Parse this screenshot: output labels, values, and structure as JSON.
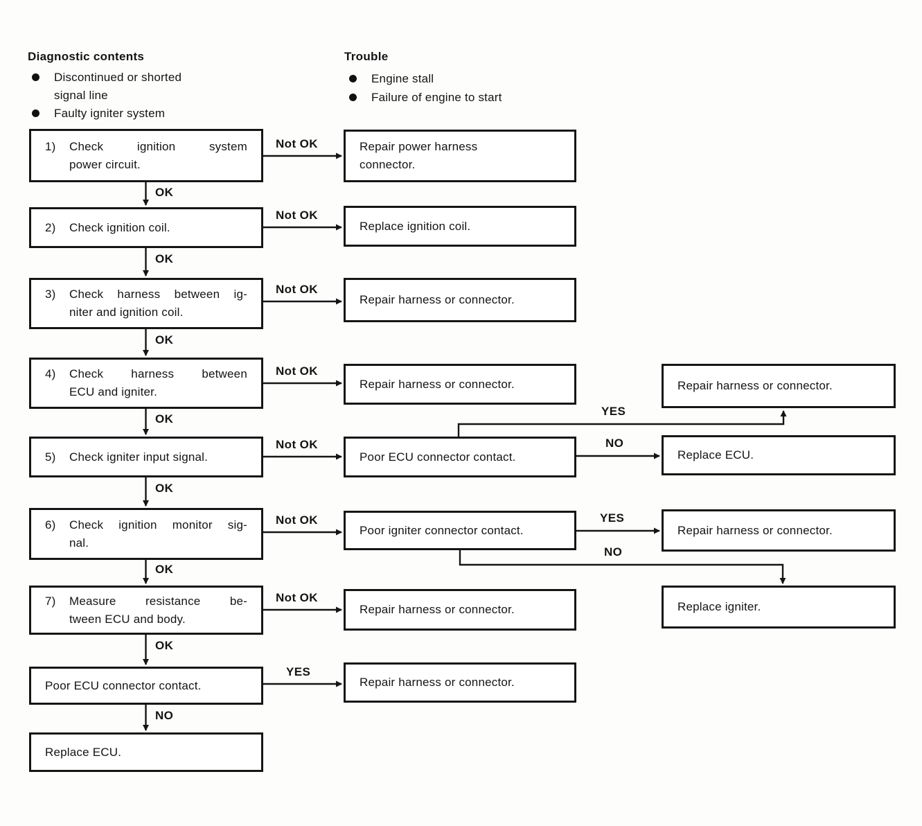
{
  "header": {
    "diagnostic": {
      "title": "Diagnostic contents",
      "items": [
        "Discontinued or shorted\nsignal line",
        "Faulty igniter system"
      ]
    },
    "trouble": {
      "title": "Trouble",
      "items": [
        "Engine stall",
        "Failure of engine to start"
      ]
    }
  },
  "labels": {
    "ok": "OK",
    "not_ok": "Not OK",
    "yes": "YES",
    "no": "NO"
  },
  "flow": {
    "steps": [
      {
        "num": "1)",
        "check_line1": "Check ignition system",
        "check_line2": "power circuit.",
        "action": "Repair power harness\nconnector."
      },
      {
        "num": "2)",
        "check_line1": "Check ignition coil.",
        "check_line2": "",
        "action": "Replace ignition coil."
      },
      {
        "num": "3)",
        "check_line1": "Check harness between ig-",
        "check_line2": "niter and ignition coil.",
        "action": "Repair harness or connector."
      },
      {
        "num": "4)",
        "check_line1": "Check harness between",
        "check_line2": "ECU and igniter.",
        "action": "Repair harness or connector."
      },
      {
        "num": "5)",
        "check_line1": "Check igniter input signal.",
        "check_line2": "",
        "action": "Poor ECU connector contact."
      },
      {
        "num": "6)",
        "check_line1": "Check ignition monitor sig-",
        "check_line2": "nal.",
        "action": "Poor igniter connector contact."
      },
      {
        "num": "7)",
        "check_line1": "Measure resistance be-",
        "check_line2": "tween ECU and body.",
        "action": "Repair harness or connector."
      },
      {
        "num": "",
        "check_line1": "Poor ECU connector contact.",
        "check_line2": "",
        "action": "Repair harness or connector."
      }
    ],
    "final_box": "Replace ECU.",
    "right_boxes": [
      "Repair harness or connector.",
      "Replace ECU.",
      "Repair harness or connector.",
      "Replace igniter."
    ]
  }
}
